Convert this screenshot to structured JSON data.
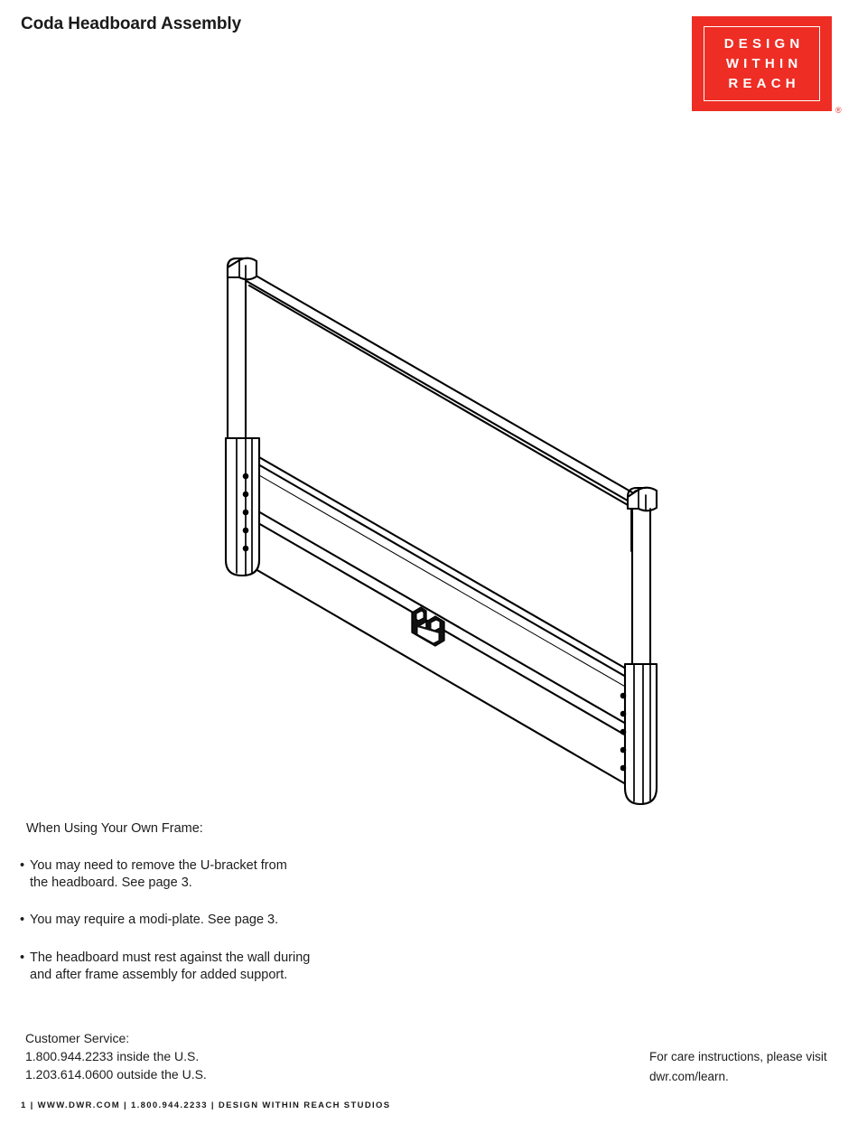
{
  "header": {
    "title": "Coda Headboard Assembly",
    "logo": {
      "line1": "DESIGN",
      "line2": "WITHIN",
      "line3": "REACH",
      "registered_mark": "®",
      "brand_color": "#ee2d24"
    }
  },
  "illustration": {
    "name": "coda-headboard-isometric-diagram",
    "parts": {
      "left_post": "left headboard post",
      "right_post": "right headboard post",
      "top_rail": "top rail",
      "middle_rail": "middle rail",
      "lower_rail": "lower rail",
      "u_bracket": "U-bracket",
      "left_post_holes": 5,
      "right_post_holes": 5
    },
    "stroke_color": "#000000",
    "fill_color": "#ffffff"
  },
  "notes": {
    "heading": "When Using Your Own Frame:",
    "bullet_char": "•",
    "items": [
      "You may need to remove the U-bracket from\nthe headboard. See page 3.",
      "You may require a modi-plate. See page 3.",
      "The headboard must rest against the wall during\nand after frame assembly for added support."
    ]
  },
  "footer": {
    "customer_service": "Customer Service:\n1.800.944.2233 inside the U.S.\n1.203.614.0600 outside the U.S.",
    "care": "For care instructions, please visit\ndwr.com/learn.",
    "bar": "1  |  WWW.DWR.COM  |  1.800.944.2233  |  DESIGN WITHIN REACH STUDIOS"
  }
}
